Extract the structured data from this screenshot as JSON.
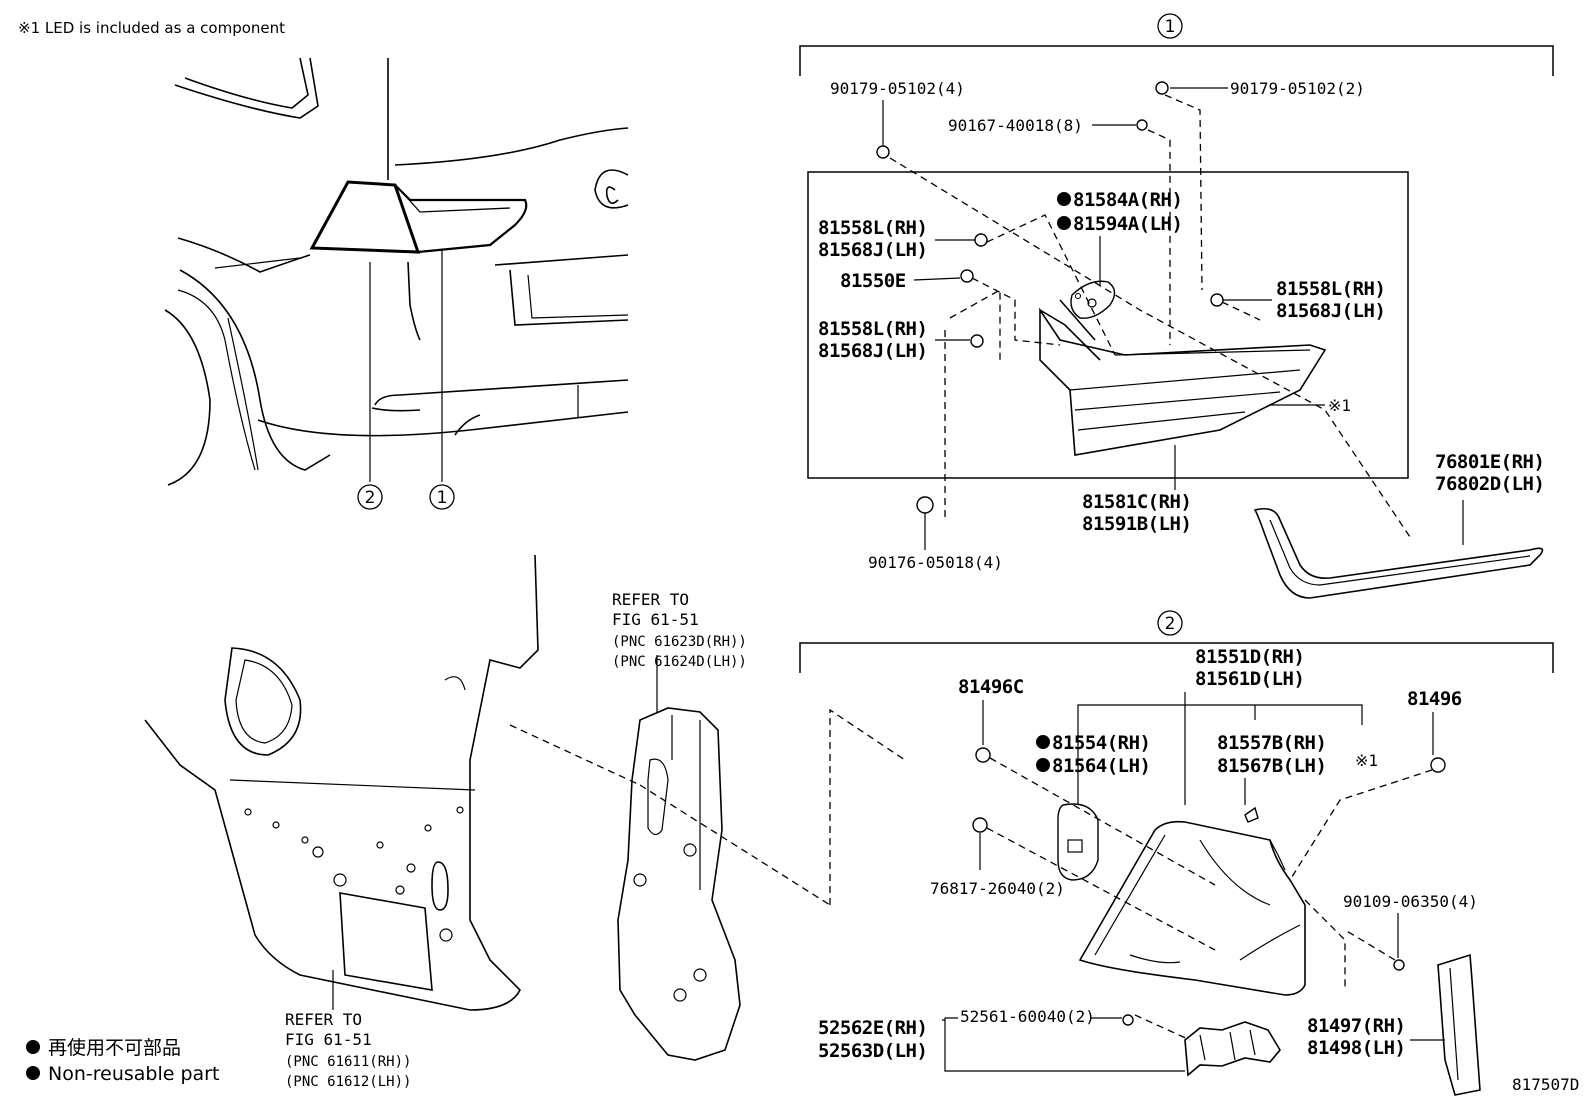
{
  "note": "※1 LED is included as a component",
  "callouts": {
    "one": "①",
    "two": "②",
    "star": "※1"
  },
  "section1": {
    "parts": {
      "p90179a": "90179-05102(4)",
      "p90179b": "90179-05102(2)",
      "p90167": "90167-40018(8)",
      "p81584a": "81584A(RH)",
      "p81594a": "81594A(LH)",
      "p81558_a": "81558L(RH)",
      "p81568_a": "81568J(LH)",
      "p81550e": "81550E",
      "p81558_b": "81558L(RH)",
      "p81568_b": "81568J(LH)",
      "p81558_c": "81558L(RH)",
      "p81568_c": "81568J(LH)",
      "p81581c": "81581C(RH)",
      "p81591b": "81591B(LH)",
      "p90176": "90176-05018(4)",
      "p76801e": "76801E(RH)",
      "p76802d": "76802D(LH)"
    }
  },
  "section2": {
    "parts": {
      "p81551d": "81551D(RH)",
      "p81561d": "81561D(LH)",
      "p81496c": "81496C",
      "p81496": "81496",
      "p81554": "81554(RH)",
      "p81564": "81564(LH)",
      "p81557b": "81557B(RH)",
      "p81567b": "81567B(LH)",
      "p76817": "76817-26040(2)",
      "p90109": "90109-06350(4)",
      "p52562e": "52562E(RH)",
      "p52563d": "52563D(LH)",
      "p52561": "52561-60040(2)",
      "p81497": "81497(RH)",
      "p81498": "81498(LH)"
    }
  },
  "refs": {
    "ref1_line1": "REFER TO",
    "ref1_line2": "FIG 61-51",
    "ref1_line3": "(PNC 61623D(RH))",
    "ref1_line4": "(PNC 61624D(LH))",
    "ref2_line1": "REFER TO",
    "ref2_line2": "FIG 61-51",
    "ref2_line3": "(PNC 61611(RH))",
    "ref2_line4": "(PNC 61612(LH))"
  },
  "legend": {
    "jp": "再使用不可部品",
    "en": "Non-reusable part"
  },
  "figure_id": "817507D"
}
